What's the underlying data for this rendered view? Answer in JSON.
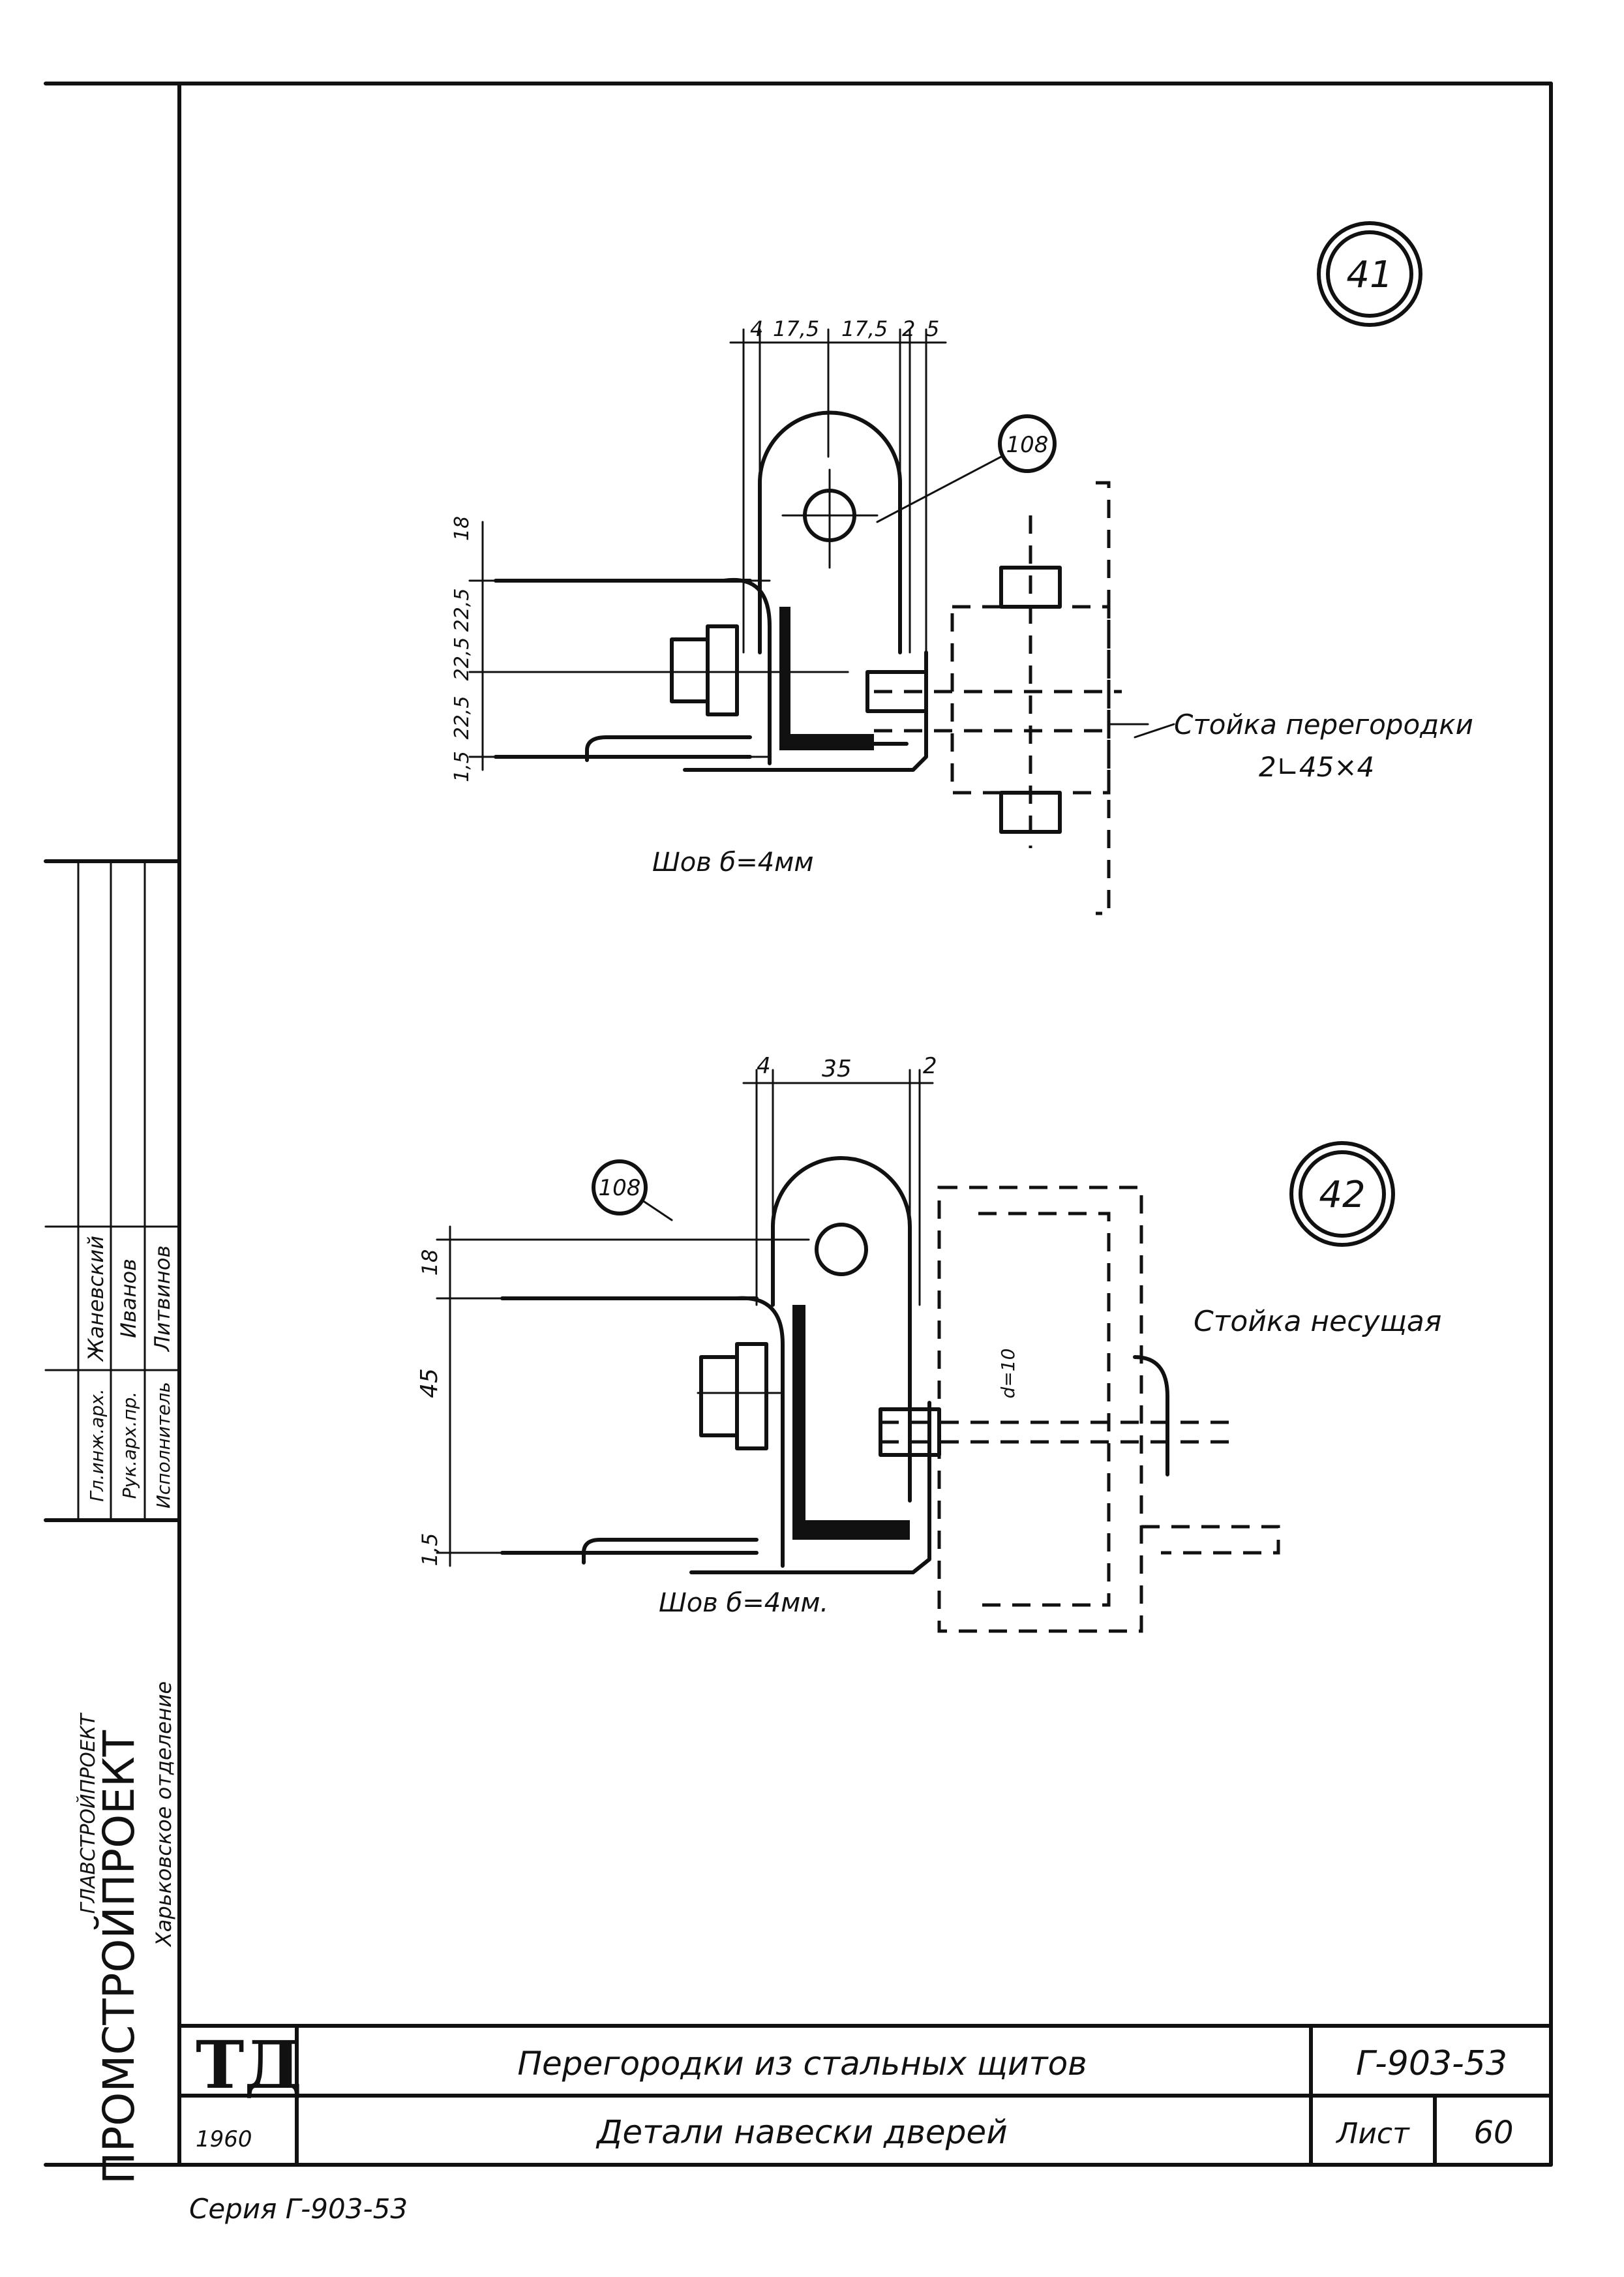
{
  "detail_41": {
    "number": "41",
    "dims_top": [
      "4",
      "17,5",
      "17,5",
      "2",
      "5"
    ],
    "dims_side": [
      "18",
      "22,5",
      "22,5",
      "22,5",
      "1,5"
    ],
    "part_ref": "108",
    "stand_label_line1": "Стойка перегородки",
    "stand_label_line2": "2∟45×4",
    "weld_note": "Шов б=4мм"
  },
  "detail_42": {
    "number": "42",
    "dims_top": [
      "4",
      "35",
      "2"
    ],
    "dims_side": [
      "18",
      "45",
      "1,5"
    ],
    "part_ref": "108",
    "bolt_label": "d=10",
    "stand_label": "Стойка несущая",
    "weld_note": "Шов б=4мм."
  },
  "sidebar": {
    "org_small_1": "ГЛАВСТРОЙПРОЕКТ",
    "org_small_2": "Харьковское отделение",
    "org_main": "ПРОМСТРОЙПРОЕКТ",
    "roles": [
      "Гл.инж.арх.",
      "Рук.арх.пр.",
      "Исполнитель"
    ],
    "names": [
      "Жаневский",
      "Иванов",
      "Литвинов"
    ]
  },
  "title_block": {
    "logo": "ТД",
    "year": "1960",
    "title_line1": "Перегородки из стальных щитов",
    "title_line2": "Детали навески дверей",
    "series_code": "Г-903-53",
    "sheet_label": "Лист",
    "sheet_number": "60"
  },
  "footer": {
    "series": "Серия  Г-903-53"
  }
}
